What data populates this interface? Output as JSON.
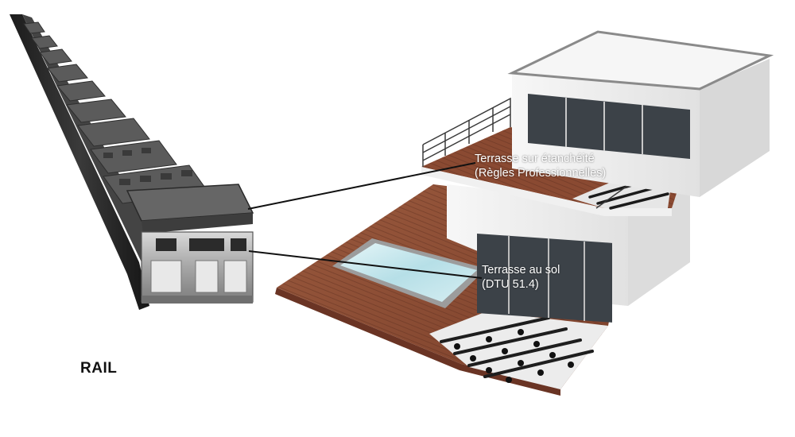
{
  "product": {
    "title": "RAIL"
  },
  "callouts": {
    "roof_terrace": {
      "line1": "Terrasse sur étanchéité",
      "line2": "(Règles Professionnelles)"
    },
    "ground_terrace": {
      "line1": "Terrasse au sol",
      "line2": "(DTU 51.4)"
    }
  },
  "colors": {
    "rail_dark": "#2a2a2a",
    "rail_aluminium": "#9a9a9a",
    "decking_wood": "#8a4a32",
    "pool_water": "#bfe3ea",
    "house_wall": "#f2f2f2",
    "glazing": "#3c4248"
  }
}
